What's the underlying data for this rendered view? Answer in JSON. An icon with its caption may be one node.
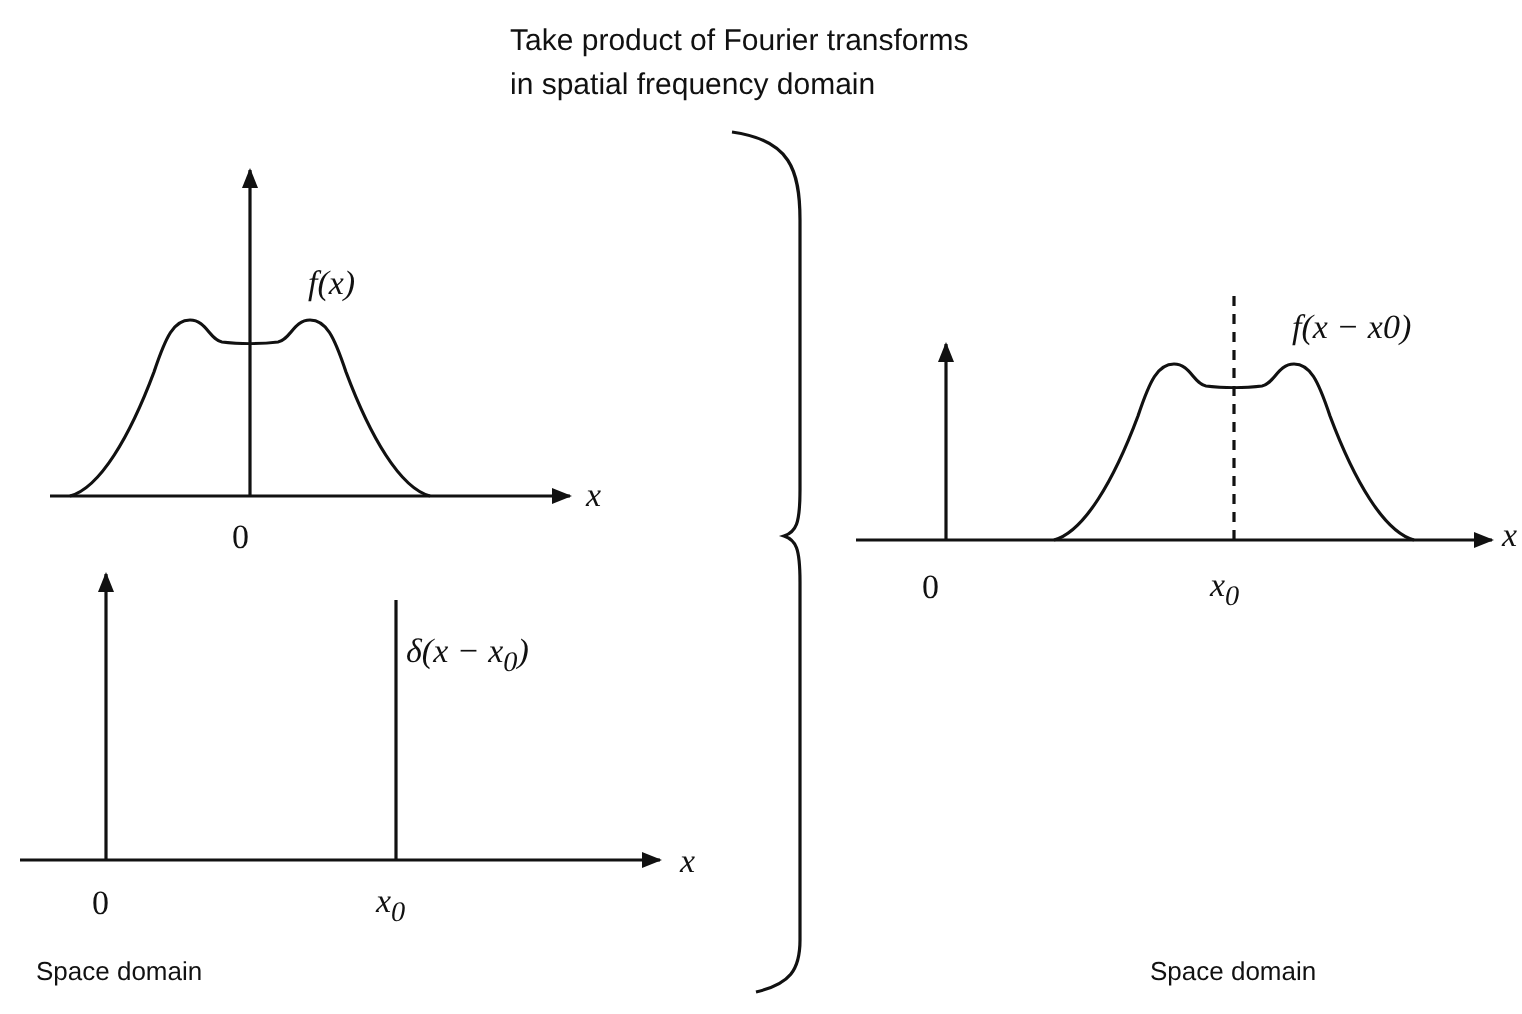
{
  "diagram": {
    "title": "Take product of Fourier transforms in spatial frequency domain",
    "labels": [
      "f(x)",
      "x",
      "0",
      "δ(x − x$_{0}$)",
      "x",
      "0",
      "x$_{0}$",
      "Space domain",
      "f(x − x0)",
      "x",
      "0",
      "x$_{0}$",
      "Space domain"
    ]
  }
}
